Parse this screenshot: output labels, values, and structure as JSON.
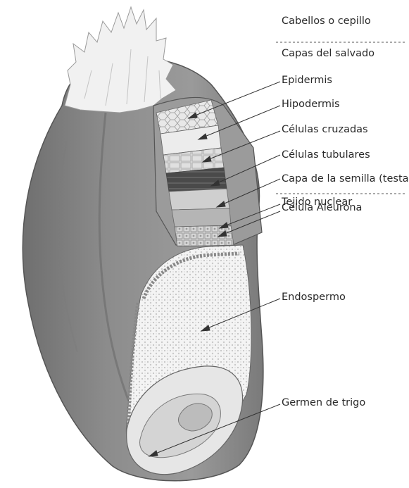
{
  "labels": {
    "hairs": "Cabellos o cepillo",
    "bran": "Capas del salvado",
    "epidermis": "Epidermis",
    "hypodermis": "Hipodermis",
    "cross_cells": "Células cruzadas",
    "tube_cells": "Células tubulares",
    "seed_coat": "Capa de la semilla (testa)",
    "nucellar": "Tejido nuclear",
    "aleurone": "Célula Aleurona",
    "endosperm": "Endospermo",
    "germ": "Germen de trigo"
  },
  "colors": {
    "grain": "#8a8a8a",
    "grain_dark": "#6e6e6e",
    "grain_light": "#a5a5a5",
    "text": "#2a2a2a"
  }
}
